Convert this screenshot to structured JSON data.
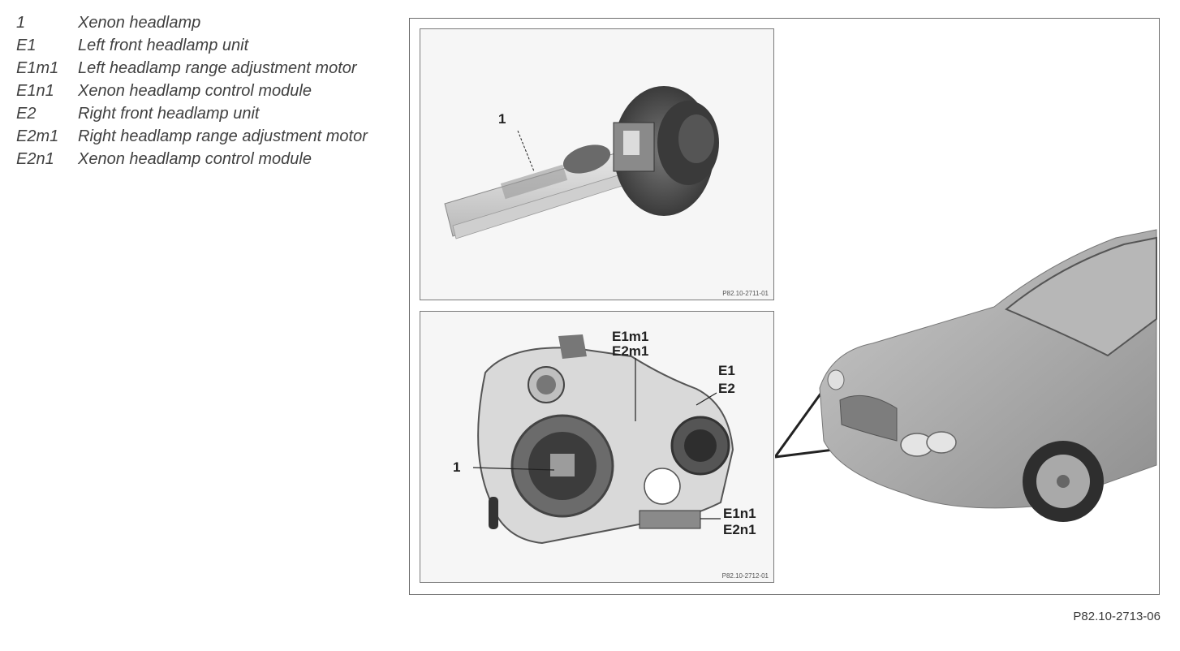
{
  "legend": [
    {
      "code": "1",
      "text": "Xenon headlamp"
    },
    {
      "code": "E1",
      "text": "Left front headlamp unit"
    },
    {
      "code": "E1m1",
      "text": "Left headlamp range adjustment motor"
    },
    {
      "code": "E1n1",
      "text": "Xenon headlamp control module"
    },
    {
      "code": "E2",
      "text": "Right front headlamp unit"
    },
    {
      "code": "E2m1",
      "text": "Right headlamp range adjustment motor"
    },
    {
      "code": "E2n1",
      "text": "Xenon headlamp control module"
    }
  ],
  "figure": {
    "top_inset": {
      "label_1": "1",
      "ref": "P82.10-2711-01"
    },
    "bottom_inset": {
      "label_1": "1",
      "label_e1m1": "E1m1",
      "label_e2m1": "E2m1",
      "label_e1": "E1",
      "label_e2": "E2",
      "label_e1n1": "E1n1",
      "label_e2n1": "E2n1",
      "ref": "P82.10-2712-01"
    },
    "ref_code": "P82.10-2713-06"
  }
}
